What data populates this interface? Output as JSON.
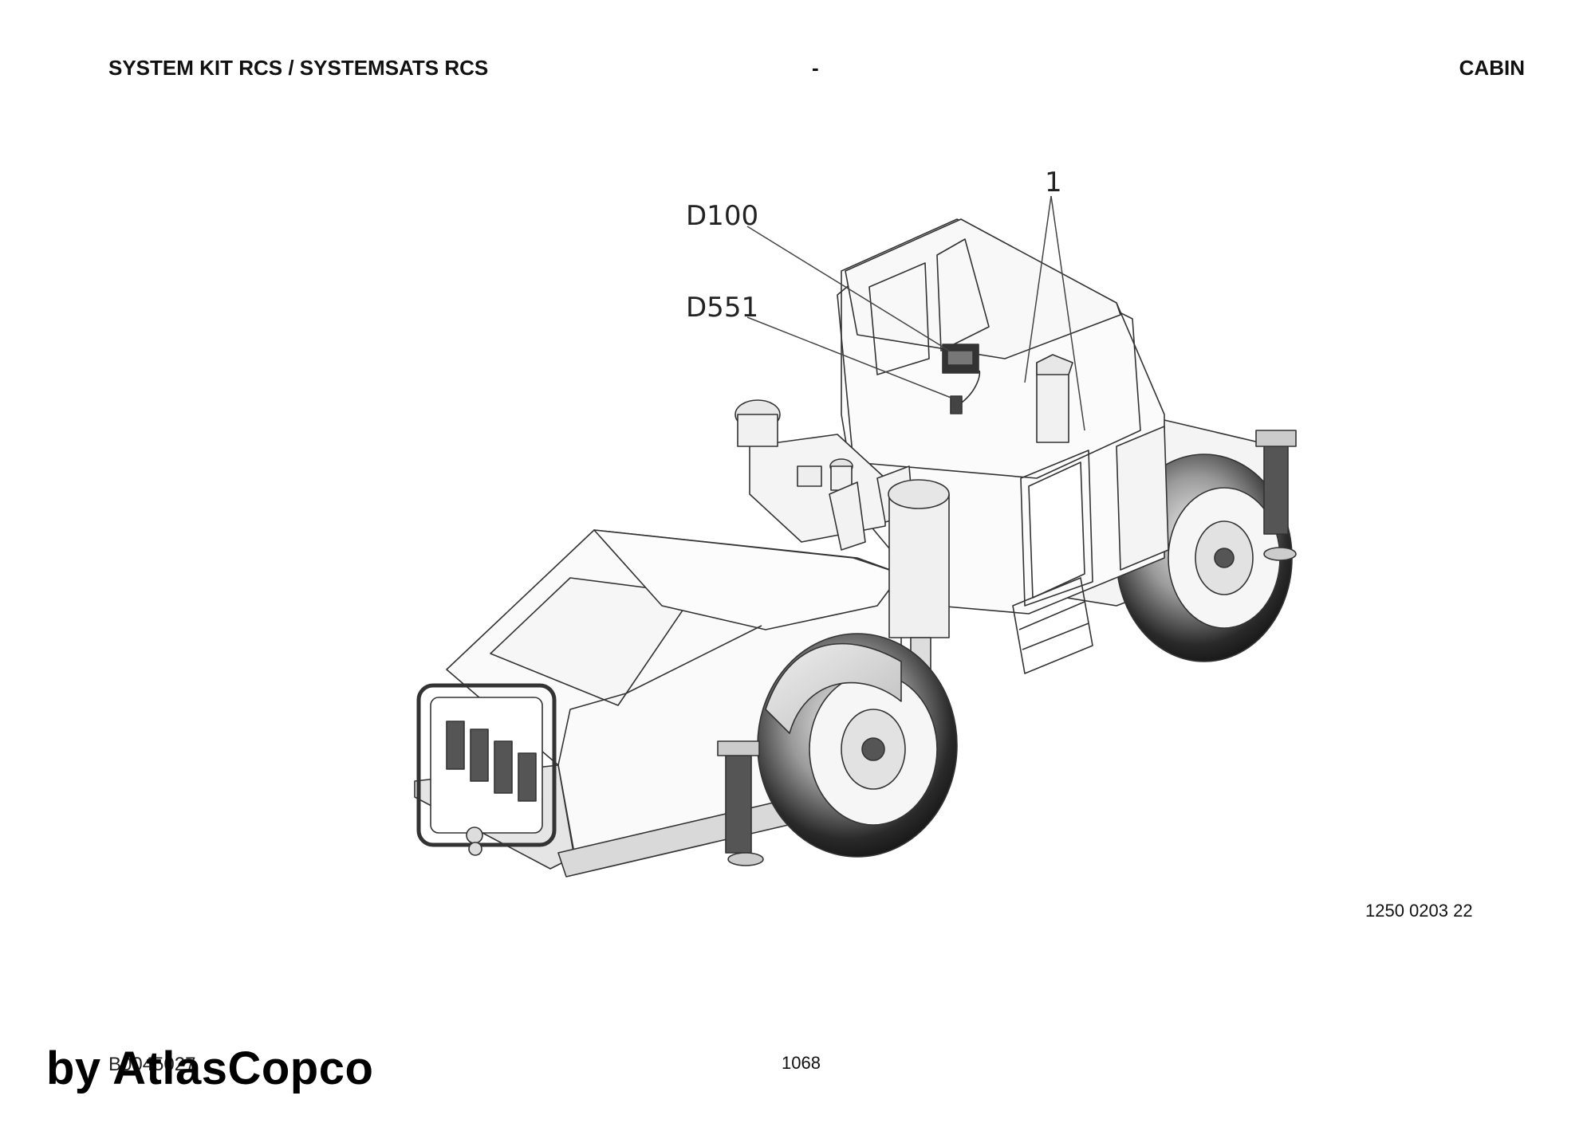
{
  "header": {
    "left": "SYSTEM KIT RCS / SYSTEMSATS RCS",
    "center": "-",
    "right": "CABIN"
  },
  "callouts": {
    "d100": "D100",
    "d551": "D551",
    "item1": "1"
  },
  "part_number": "1250 0203 22",
  "doc_ref": "B0045027",
  "page_number": "1068",
  "brand": "by AtlasCopco"
}
